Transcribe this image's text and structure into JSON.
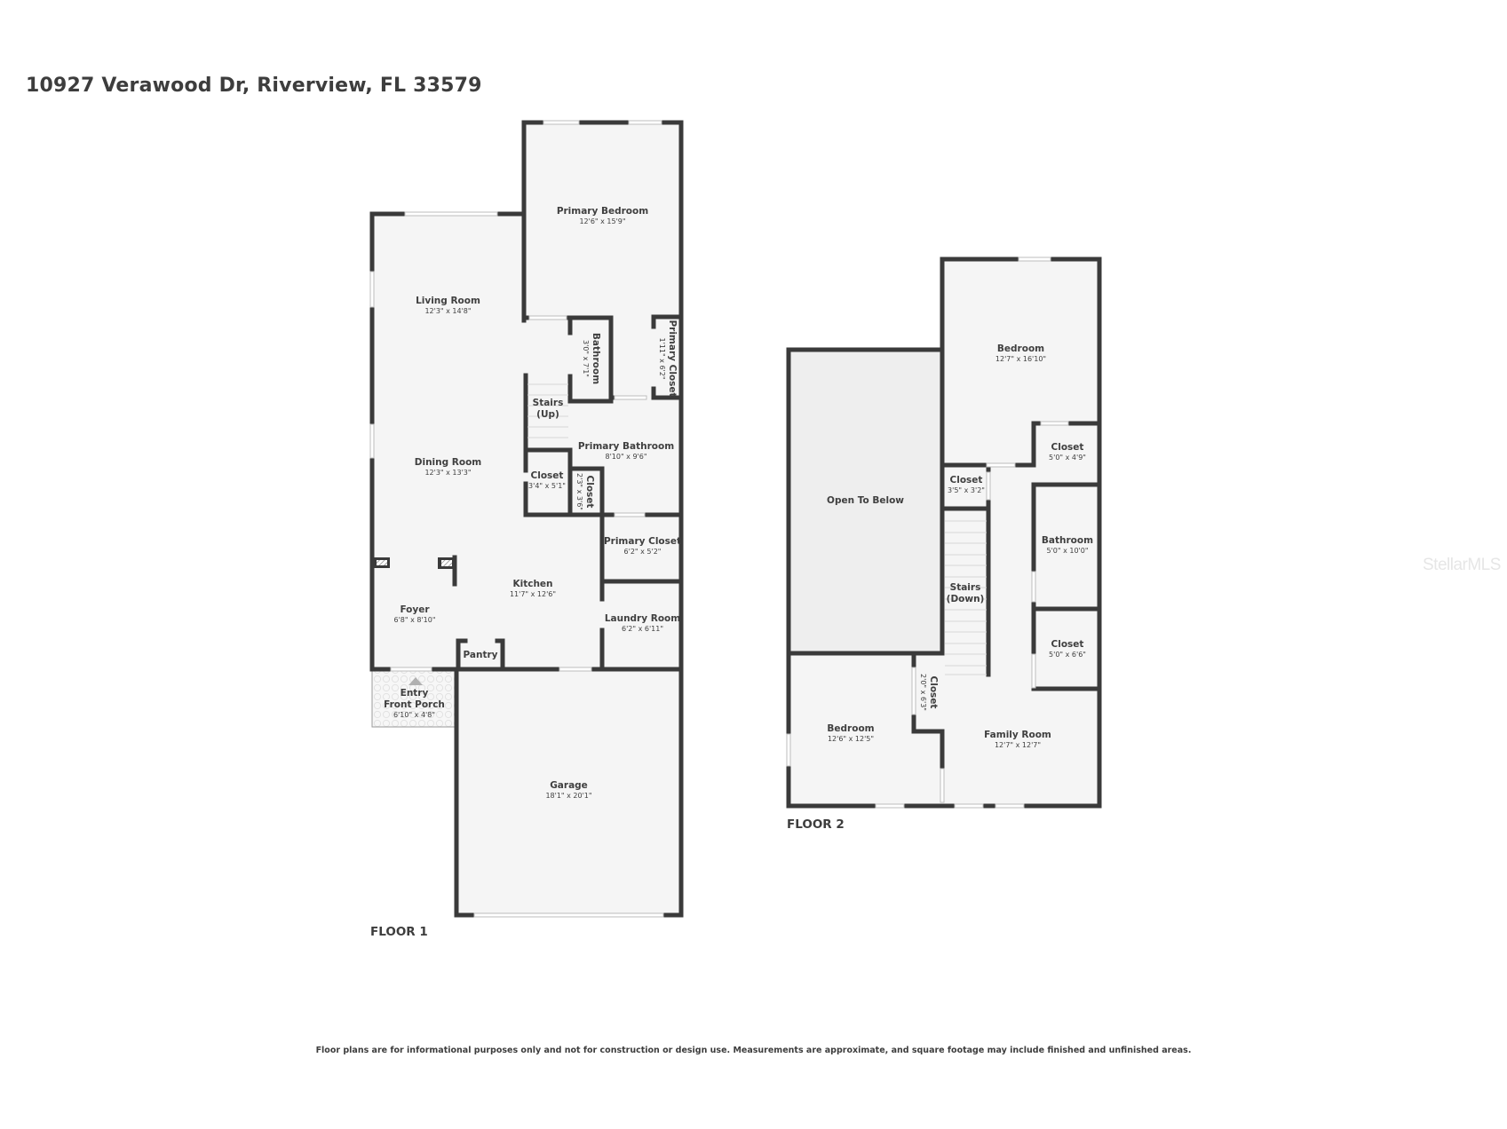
{
  "title": "10927 Verawood Dr, Riverview, FL 33579",
  "watermark": "StellarMLS",
  "disclaimer": "Floor plans are for informational purposes only and not for construction or design use. Measurements are approximate, and square footage may include finished and unfinished areas.",
  "colors": {
    "wall": "#3a3a3a",
    "room_fill": "#f5f5f5",
    "open_to_below_fill": "#eeeeee",
    "window": "#ffffff",
    "text": "#3f3f3f"
  },
  "floors": [
    {
      "label": "FLOOR 1",
      "rooms": [
        {
          "name": "Primary Bedroom",
          "dim": "12'6\" x 15'9\""
        },
        {
          "name": "Living Room",
          "dim": "12'3\" x 14'8\""
        },
        {
          "name": "Bathroom",
          "dim": "3'0\" x 7'1\""
        },
        {
          "name": "Primary Closet",
          "dim": "1'11\" x 6'2\""
        },
        {
          "name": "Stairs",
          "dim": "(Up)"
        },
        {
          "name": "Primary Bathroom",
          "dim": "8'10\" x 9'6\""
        },
        {
          "name": "Dining Room",
          "dim": "12'3\" x 13'3\""
        },
        {
          "name": "Closet",
          "dim": "3'4\" x 5'1\""
        },
        {
          "name": "Closet",
          "dim": "2'3\" x 3'6\""
        },
        {
          "name": "Primary Closet",
          "dim": "6'2\" x 5'2\""
        },
        {
          "name": "Kitchen",
          "dim": "11'7\" x 12'6\""
        },
        {
          "name": "Foyer",
          "dim": "6'8\" x 8'10\""
        },
        {
          "name": "Laundry Room",
          "dim": "6'2\" x 6'11\""
        },
        {
          "name": "Pantry",
          "dim": ""
        },
        {
          "name": "Entry",
          "dim": ""
        },
        {
          "name": "Front Porch",
          "dim": "6'10\" x 4'8\""
        },
        {
          "name": "Garage",
          "dim": "18'1\" x 20'1\""
        }
      ]
    },
    {
      "label": "FLOOR 2",
      "rooms": [
        {
          "name": "Bedroom",
          "dim": "12'7\" x 16'10\""
        },
        {
          "name": "Open To Below",
          "dim": ""
        },
        {
          "name": "Closet",
          "dim": "5'0\" x 4'9\""
        },
        {
          "name": "Closet",
          "dim": "3'5\" x 3'2\""
        },
        {
          "name": "Bathroom",
          "dim": "5'0\" x 10'0\""
        },
        {
          "name": "Stairs",
          "dim": "(Down)"
        },
        {
          "name": "Closet",
          "dim": "5'0\" x 6'6\""
        },
        {
          "name": "Closet",
          "dim": "2'0\" x 6'3\""
        },
        {
          "name": "Bedroom",
          "dim": "12'6\" x 12'5\""
        },
        {
          "name": "Family Room",
          "dim": "12'7\" x 12'7\""
        }
      ]
    }
  ]
}
